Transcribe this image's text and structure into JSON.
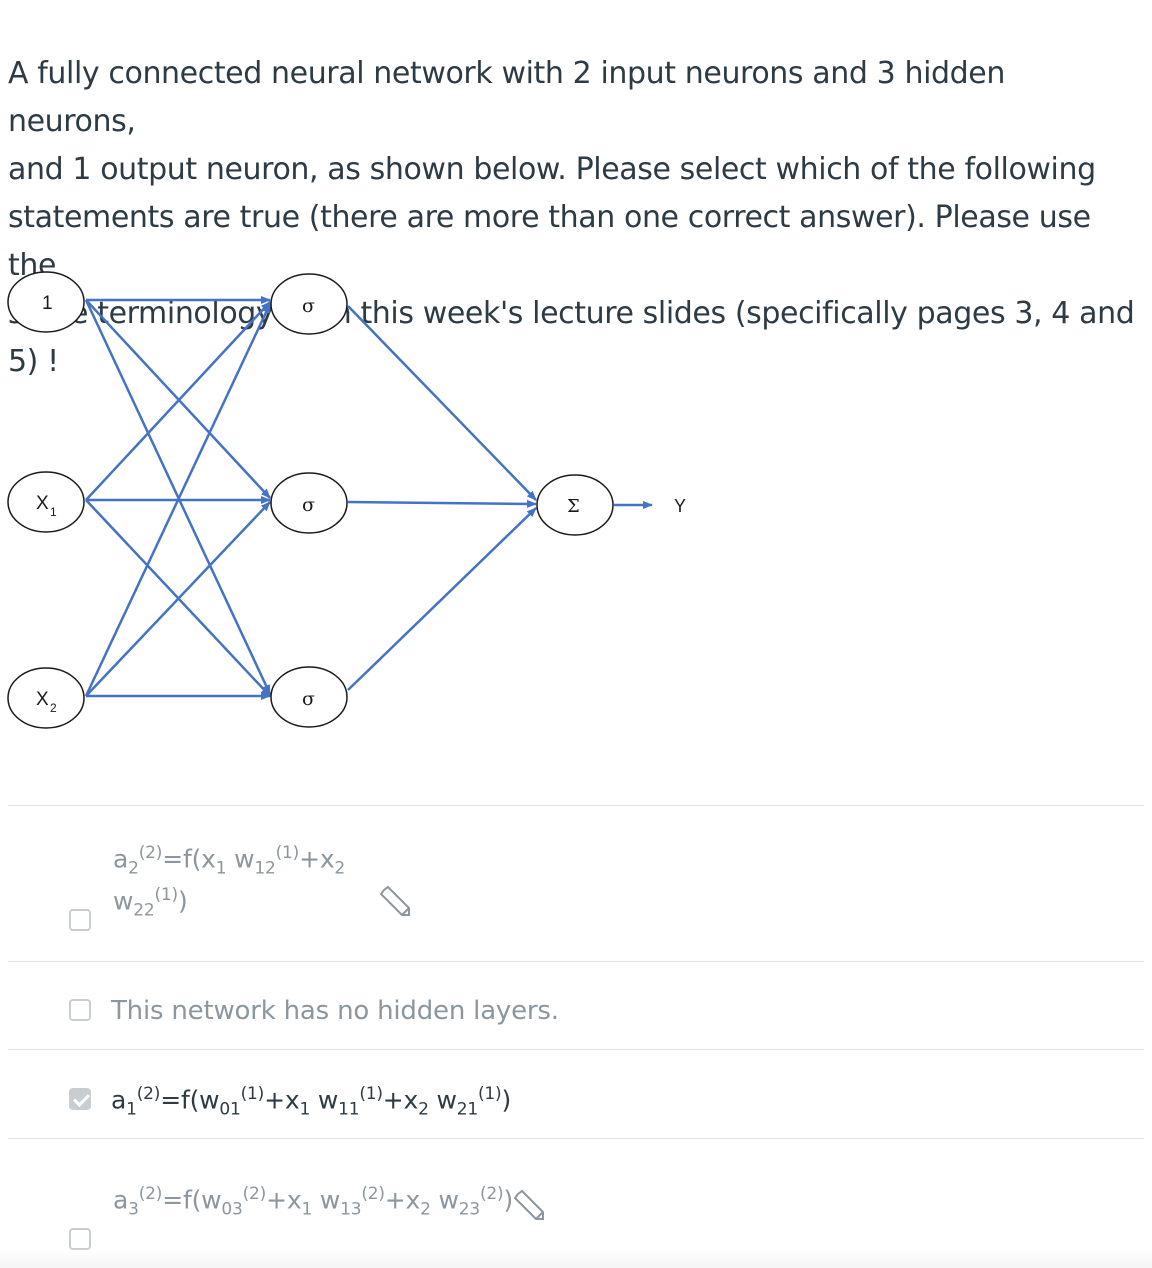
{
  "question": {
    "lines": [
      "A fully connected neural network with 2 input neurons and 3 hidden neurons,",
      "and 1 output neuron, as shown below. Please select which of the following",
      "statements are true (there are more than one correct answer).  Please use the",
      "same terminology as in this week's lecture slides (specifically pages 3, 4 and 5) !"
    ]
  },
  "diagram": {
    "inputs": [
      "1",
      "X",
      "X"
    ],
    "input_subscripts": [
      "",
      "1",
      "2"
    ],
    "hidden": [
      "σ",
      "σ",
      "σ"
    ],
    "output": "Σ",
    "output_label": "Y",
    "colors": {
      "edge": "#4472c4",
      "node_stroke": "#1a1a1a"
    }
  },
  "answers": [
    {
      "parts": [
        "a",
        "2",
        "(2)",
        "=f(x",
        "1",
        " w",
        "12",
        "(1)",
        "+x",
        "2"
      ],
      "line2": [
        "w",
        "22",
        "(1)",
        ")"
      ],
      "checked": false
    },
    {
      "text": "This network has no hidden layers.",
      "checked": false
    },
    {
      "parts": [
        "a",
        "1",
        "(2)",
        "=f(w",
        "01",
        "(1)",
        "+x",
        "1",
        " w",
        "11",
        "(1)",
        "+x",
        "2",
        " w",
        "21",
        "(1)",
        ")"
      ],
      "checked": true
    },
    {
      "parts": [
        "a",
        "3",
        "(2)",
        "=f(w",
        "03",
        "(2)",
        "+x",
        "1",
        " w",
        "13",
        "(2)",
        "+x",
        "2",
        " w",
        "23",
        "(2)",
        ")"
      ],
      "checked": false
    }
  ]
}
